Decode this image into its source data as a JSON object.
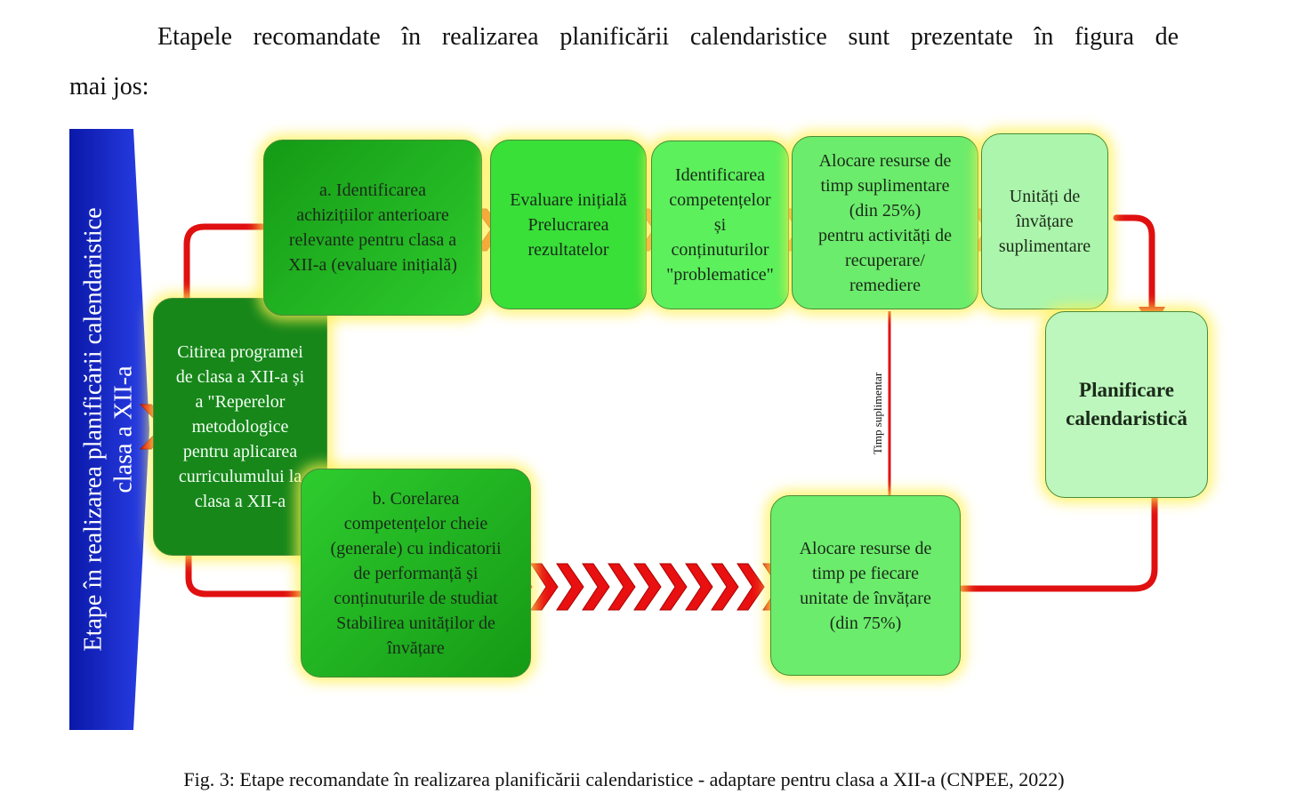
{
  "intro": {
    "line1": "Etapele recomandate în realizarea planificării calendaristice sunt prezentate în figura de",
    "line2": "mai jos:"
  },
  "diagram": {
    "banner": {
      "line1": "Etape în realizarea planificării calendaristice",
      "line2": "clasa a XII-a"
    },
    "start_box": "Citirea programei\nde clasa a XII-a și\na \"Reperelor\nmetodologice\npentru aplicarea\ncurriculumului la\nclasa a XII-a",
    "box_a": "a. Identificarea\nachizițiilor anterioare\nrelevante pentru clasa a\nXII-a (evaluare inițială)",
    "box_eval": "Evaluare inițială\nPrelucrarea\nrezultatelor",
    "box_ident": "Identificarea\ncompetențelor\nși\nconținuturilor\n\"problematice\"",
    "box_alocare25": "Alocare resurse de\ntimp suplimentare\n(din  25%)\npentru activități de\nrecuperare/\nremediere",
    "box_unitati": "Unități de\nînvățare\nsuplimentare",
    "box_planificare": "Planificare\ncalendaristică",
    "box_b": "b. Corelarea\ncompetențelor cheie\n(generale) cu indicatorii\nde performanță și\nconținuturile de studiat\nStabilirea unităților de\nînvățare",
    "box_alocare75": "Alocare resurse de\ntimp pe fiecare\nunitate de învățare\n(din 75%)",
    "arrow_label": "Timp suplimentar",
    "colors": {
      "arrow": "#e01010",
      "banner": "#1020c0"
    }
  },
  "caption": "Fig. 3: Etape recomandate în realizarea planificării calendaristice - adaptare pentru clasa a XII-a (CNPEE, 2022)"
}
